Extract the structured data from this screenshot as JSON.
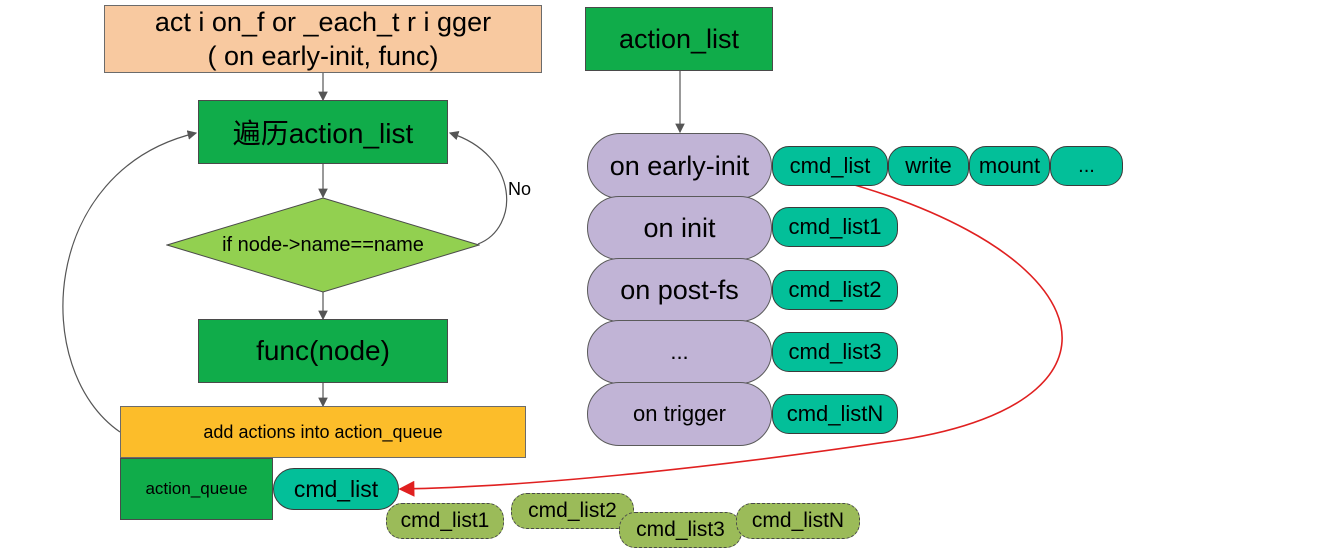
{
  "left_flow": {
    "title_line1": "act i on_f or _each_t r i gger",
    "title_line2": "( on early-init, func)",
    "traverse_label": "遍历action_list",
    "condition_label": "if node->name==name",
    "no_label": "No",
    "func_label": "func(node)",
    "add_actions_label": "add actions into action_queue",
    "queue_label": "action_queue",
    "queue_cmd": "cmd_list",
    "queued_cmds": [
      "cmd_list1",
      "cmd_list2",
      "cmd_list3",
      "cmd_listN"
    ]
  },
  "right_list": {
    "header": "action_list",
    "actions": [
      {
        "label": "on early-init",
        "cmds": [
          "cmd_list",
          "write",
          "mount",
          "..."
        ]
      },
      {
        "label": "on init",
        "cmds": [
          "cmd_list1"
        ]
      },
      {
        "label": "on post-fs",
        "cmds": [
          "cmd_list2"
        ]
      },
      {
        "label": "...",
        "cmds": [
          "cmd_list3"
        ]
      },
      {
        "label": "on trigger",
        "cmds": [
          "cmd_listN"
        ]
      }
    ]
  },
  "colors": {
    "peach": "#f8c9a0",
    "green": "#10ac4a",
    "light_green_diamond": "#92d050",
    "yellow": "#fcbd2a",
    "lavender": "#c1b4d6",
    "teal": "#03bf99",
    "olive": "#9bbb59",
    "arrow_red": "#e02020"
  }
}
